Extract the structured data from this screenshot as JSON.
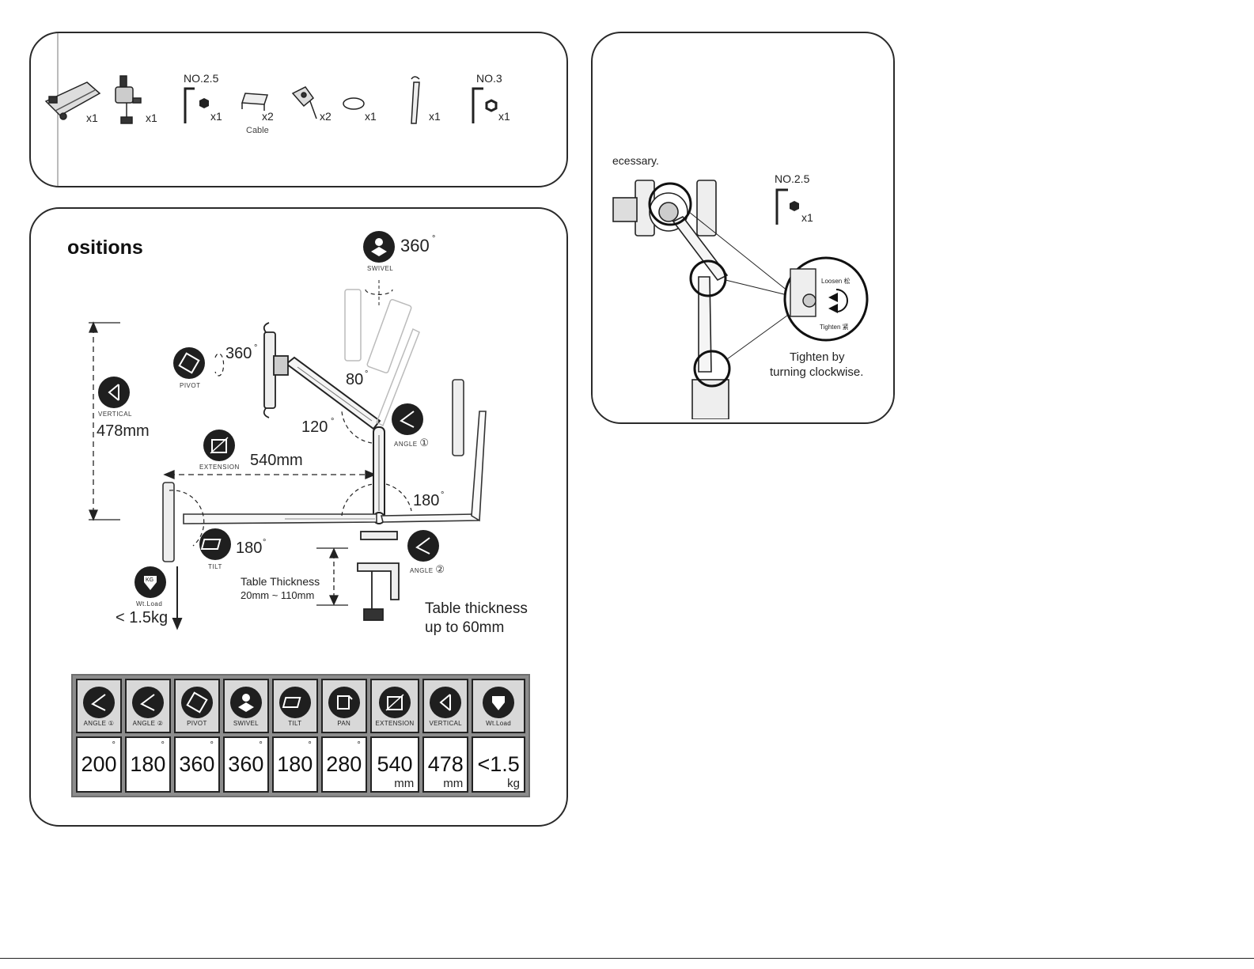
{
  "parts": {
    "items": [
      {
        "qty": "x1"
      },
      {
        "qty": "x1"
      },
      {
        "label": "NO.2.5",
        "qty": "x1"
      },
      {
        "qty": "x2",
        "sublabel": "Cable"
      },
      {
        "qty": "x2"
      },
      {
        "qty": "x1"
      },
      {
        "qty": "x1"
      },
      {
        "label": "NO.3",
        "qty": "x1"
      }
    ]
  },
  "positions": {
    "title": "ositions",
    "swivel": {
      "value": "360",
      "deg": "°",
      "caption": "SWIVEL"
    },
    "pivot": {
      "value": "360",
      "deg": "°",
      "caption": "PIVOT"
    },
    "vertical": {
      "value": "478mm",
      "caption": "VERTICAL"
    },
    "angle80": {
      "value": "80",
      "deg": "°"
    },
    "angle120": {
      "value": "120",
      "deg": "°"
    },
    "angle1": {
      "caption": "ANGLE",
      "num": "①"
    },
    "extension": {
      "value": "540mm",
      "caption": "EXTENSION"
    },
    "angle180": {
      "value": "180",
      "deg": "°"
    },
    "tilt": {
      "value": "180",
      "deg": "°",
      "caption": "TILT"
    },
    "angle2": {
      "caption": "ANGLE",
      "num": "②"
    },
    "weight": {
      "value": "< 1.5kg",
      "caption": "Wt.Load",
      "badge": "KG"
    },
    "table_thickness": {
      "line1": "Table Thickness",
      "line2": "20mm ~ 110mm"
    },
    "table_up_to": {
      "line1": "Table thickness",
      "line2": "up to 60mm"
    }
  },
  "spec": {
    "cells": [
      {
        "label": "ANGLE ①",
        "value": "200",
        "unit": "",
        "deg": "°",
        "icon": "angle-icon"
      },
      {
        "label": "ANGLE ②",
        "value": "180",
        "unit": "",
        "deg": "°",
        "icon": "angle-icon"
      },
      {
        "label": "PIVOT",
        "value": "360",
        "unit": "",
        "deg": "°",
        "icon": "pivot-icon"
      },
      {
        "label": "SWIVEL",
        "value": "360",
        "unit": "",
        "deg": "°",
        "icon": "swivel-icon"
      },
      {
        "label": "TILT",
        "value": "180",
        "unit": "",
        "deg": "°",
        "icon": "tilt-icon"
      },
      {
        "label": "PAN",
        "value": "280",
        "unit": "",
        "deg": "°",
        "icon": "pan-icon"
      },
      {
        "label": "EXTENSION",
        "value": "540",
        "unit": "mm",
        "deg": "",
        "icon": "extension-icon"
      },
      {
        "label": "VERTICAL",
        "value": "478",
        "unit": "mm",
        "deg": "",
        "icon": "vertical-icon"
      },
      {
        "label": "Wt.Load",
        "value": "<1.5",
        "unit": "kg",
        "deg": "",
        "icon": "weight-icon"
      }
    ]
  },
  "tighten": {
    "note": "ecessary.",
    "tool_label": "NO.2.5",
    "tool_qty": "x1",
    "loosen": "Loosen 松",
    "tighten_small": "Tighten 紧",
    "instruction_line1": "Tighten by",
    "instruction_line2": "turning clockwise."
  },
  "colors": {
    "ink": "#1f1f1f",
    "frame": "#2a2a2a",
    "table_bg": "#8c8c8c"
  }
}
